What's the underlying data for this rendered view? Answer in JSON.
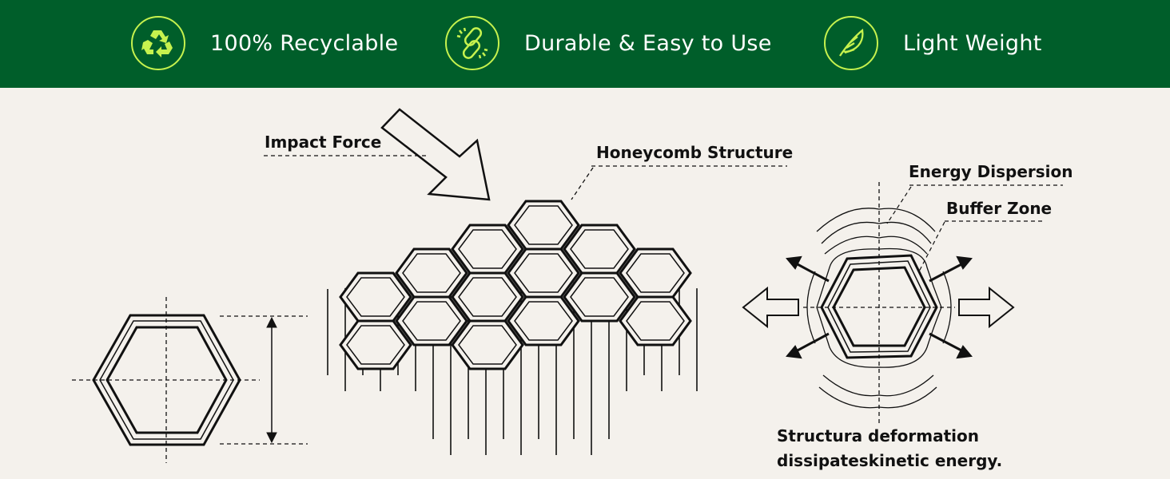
{
  "banner": {
    "background": "#005e2a",
    "accent": "#c6f24e",
    "features": [
      {
        "icon": "recycle-icon",
        "label": "100% Recyclable"
      },
      {
        "icon": "chain-link-icon",
        "label": "Durable & Easy to Use"
      },
      {
        "icon": "feather-icon",
        "label": "Light Weight"
      }
    ]
  },
  "diagram": {
    "impact_label": "Impact Force",
    "honeycomb_label": "Honeycomb Structure",
    "energy_label": "Energy Dispersion",
    "buffer_label": "Buffer Zone",
    "caption_line1": "Structura deformation",
    "caption_line2": "dissipateskinetic energy."
  }
}
